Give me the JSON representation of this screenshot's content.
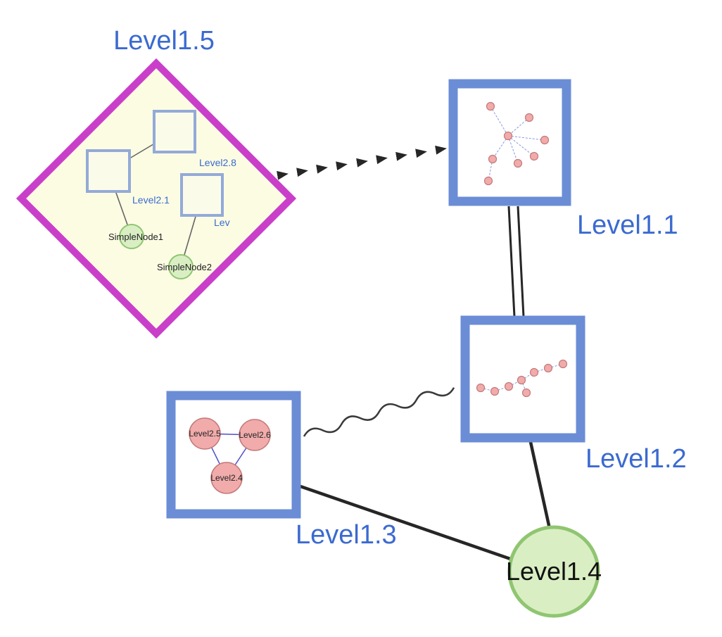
{
  "colors": {
    "label_blue": "#3b6ad0",
    "diamond_border": "#c93fc9",
    "diamond_fill": "#fcfce3",
    "box_border": "#6b8dd6",
    "box_fill": "#ffffff",
    "inner_square_stroke": "#93aad8",
    "inner_square_fill": "#fbfbea",
    "green_fill": "#d9efc3",
    "green_stroke": "#90c571",
    "pink_fill": "#f1abab",
    "pink_stroke": "#c47979",
    "edge_dark": "#262626",
    "mini_edge_blue": "#8899dd"
  },
  "nodes": {
    "level15": {
      "label": "Level1.5",
      "shape": "diamond"
    },
    "level11": {
      "label": "Level1.1",
      "shape": "square"
    },
    "level12": {
      "label": "Level1.2",
      "shape": "square"
    },
    "level13": {
      "label": "Level1.3",
      "shape": "square"
    },
    "level14": {
      "label": "Level1.4",
      "shape": "circle"
    }
  },
  "level15_children": {
    "square_top": "Level2.8",
    "square_left": "Level2.1",
    "square_right": "Lev",
    "simple_node1": "SimpleNode1",
    "simple_node2": "SimpleNode2"
  },
  "level13_children": {
    "left": "Level2.5",
    "right": "Level2.6",
    "bottom": "Level2.4"
  }
}
